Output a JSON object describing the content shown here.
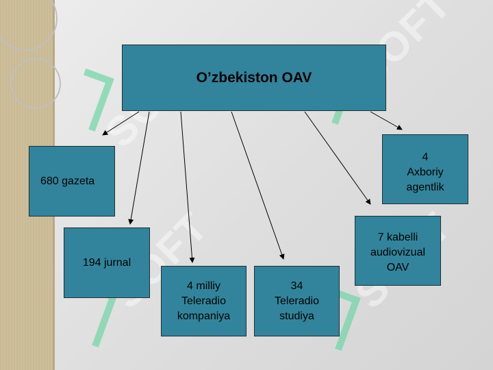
{
  "diagram": {
    "root": {
      "label": "O’zbekiston OAV"
    },
    "nodes": [
      {
        "id": "gazeta",
        "label": "680 gazeta"
      },
      {
        "id": "jurnal",
        "label": "194 jurnal"
      },
      {
        "id": "teleradio-kompaniya",
        "label": "4 milliy\nTeleradio\nkompaniya"
      },
      {
        "id": "teleradio-studiya",
        "label": "34\nTeleradio\nstudiya"
      },
      {
        "id": "kabelli",
        "label": "7 kabelli\naudiovizual\nOAV"
      },
      {
        "id": "axboriy",
        "label": "4\nAxboriy\nagentlik"
      }
    ]
  },
  "colors": {
    "box_fill": "#31849b",
    "box_border": "#1f2f36",
    "side_strip": "#c9b995",
    "background": "#e4e4e4"
  }
}
